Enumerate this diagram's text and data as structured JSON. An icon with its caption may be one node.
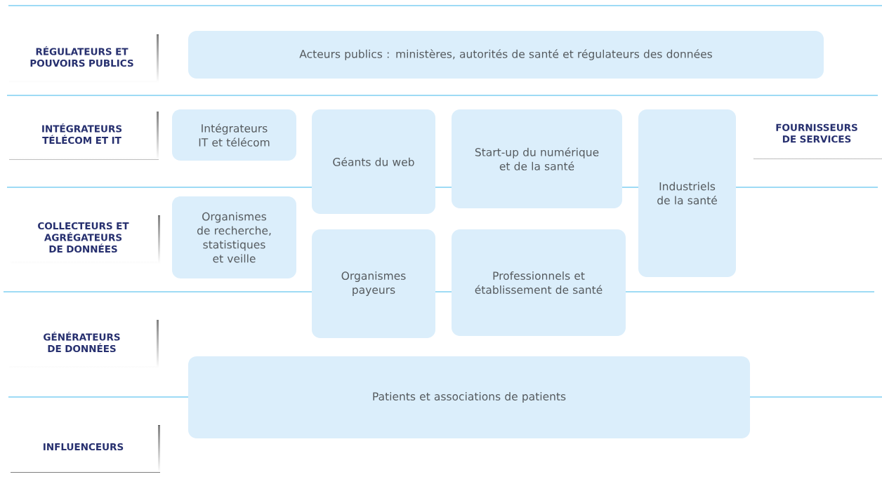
{
  "diagram": {
    "nodes": [
      {
        "text": [
          "RÉGULATEURS ET POUVOIRS PUBLICS"
        ]
      },
      {
        "text": [
          "Acteurs publics : ministères, autorités de santé et régulateurs des données"
        ]
      },
      {
        "text": [
          "INTÉGRATEURS TÉLÉCOM ET IT"
        ]
      },
      {
        "text": [
          "Intégrateurs IT et télécom"
        ]
      },
      {
        "text": [
          "Géants du web"
        ]
      },
      {
        "text": [
          "Start-up du numérique et de la santé"
        ]
      },
      {
        "text": [
          "Industriels de la santé"
        ]
      },
      {
        "text": [
          "FOURNISSEURS DE SERVICES"
        ]
      },
      {
        "text": [
          "Organismes de recherche, statistiques et veille"
        ]
      },
      {
        "text": [
          "COLLECTEURS ET AGRÉGATEURS DE DONNÉES"
        ]
      },
      {
        "text": [
          "Organismes payeurs"
        ]
      },
      {
        "text": [
          "Professionnels et établissement de santé"
        ]
      },
      {
        "text": [
          "GÉNÉRATEURS DE DONNÉES"
        ]
      },
      {
        "text": [
          "Patients et associations de patients"
        ]
      },
      {
        "text": [
          "INFLUENCEURS"
        ]
      }
    ]
  }
}
